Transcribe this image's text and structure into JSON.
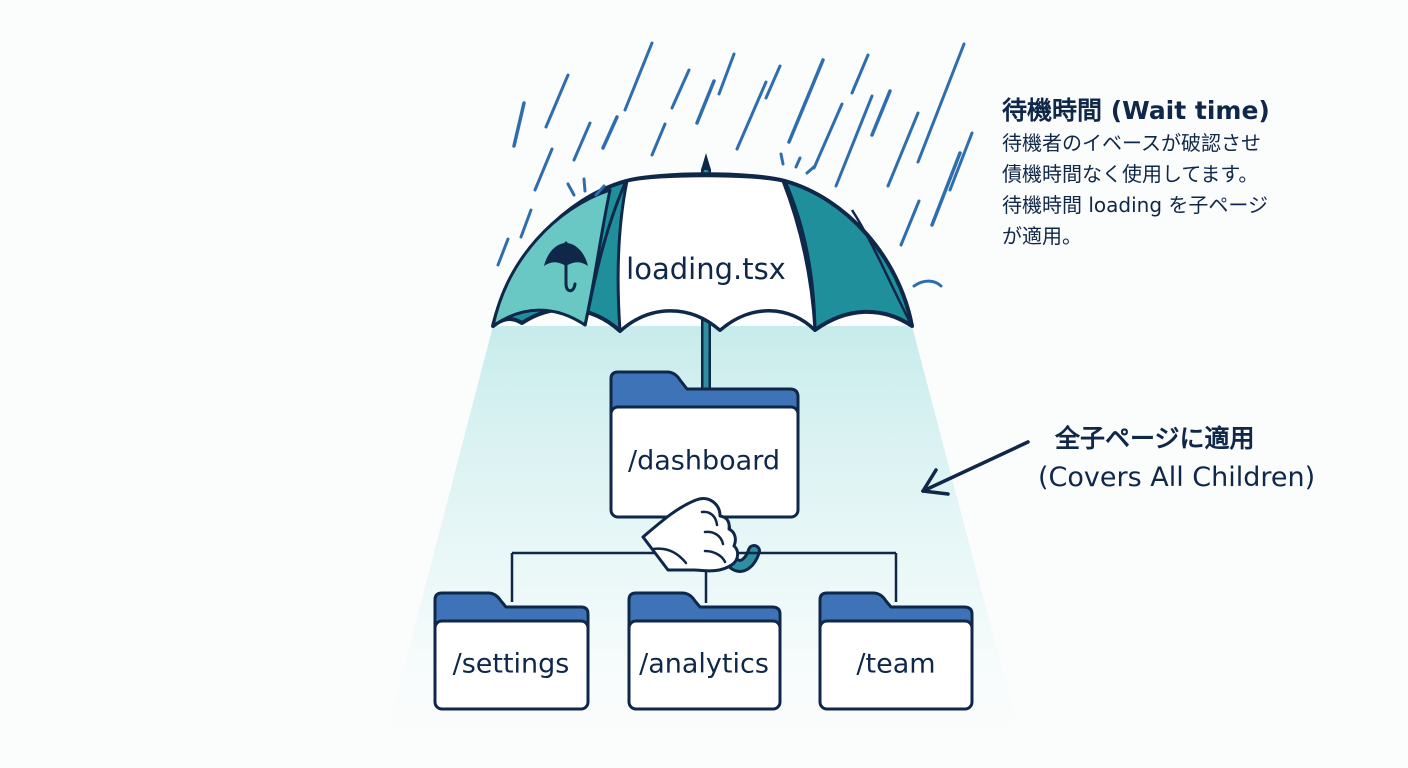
{
  "umbrella": {
    "label": "loading.tsx"
  },
  "folders": {
    "parent": "/dashboard",
    "children": [
      "/settings",
      "/analytics",
      "/team"
    ]
  },
  "wait_time_note": {
    "title": "待機時間 (Wait time)",
    "lines": [
      "待機者のイベースが破認させ",
      "債機時間なく使用してます。",
      "待機時間 loading を子ページ",
      "が適用。"
    ]
  },
  "covers_note": {
    "title_jp": "全子ページに適用",
    "title_en": "(Covers All Children)"
  },
  "icons": [
    "rain-icon",
    "umbrella-icon",
    "hand-icon",
    "folder-icon",
    "arrow-icon"
  ],
  "colors": {
    "navy": "#0f2748",
    "folder_blue": "#3e73b8",
    "teal": "#1b8b9b",
    "light_teal": "#69c8c3",
    "shadow": "#d7f0f0",
    "rain": "#2f6eae"
  }
}
